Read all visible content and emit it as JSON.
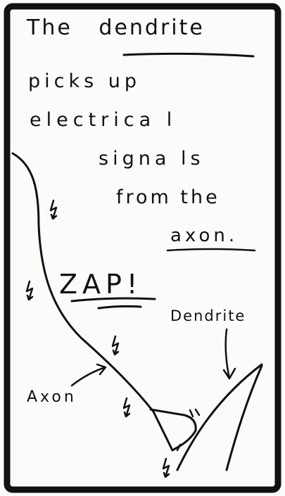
{
  "comic": {
    "caption": {
      "line1_pre": "The",
      "line1_emph": "dendrite",
      "line2": "picks up",
      "line3": "electrica l",
      "line4": "signa ls",
      "line5": "from the",
      "line6": "axon."
    },
    "sound_effect": "ZAP!",
    "labels": {
      "dendrite": "Dendrite",
      "axon": "Axon"
    },
    "icons": [
      "lightning-bolt-icon"
    ],
    "colors": {
      "ink": "#111111",
      "paper": "#fbfbf9"
    }
  }
}
